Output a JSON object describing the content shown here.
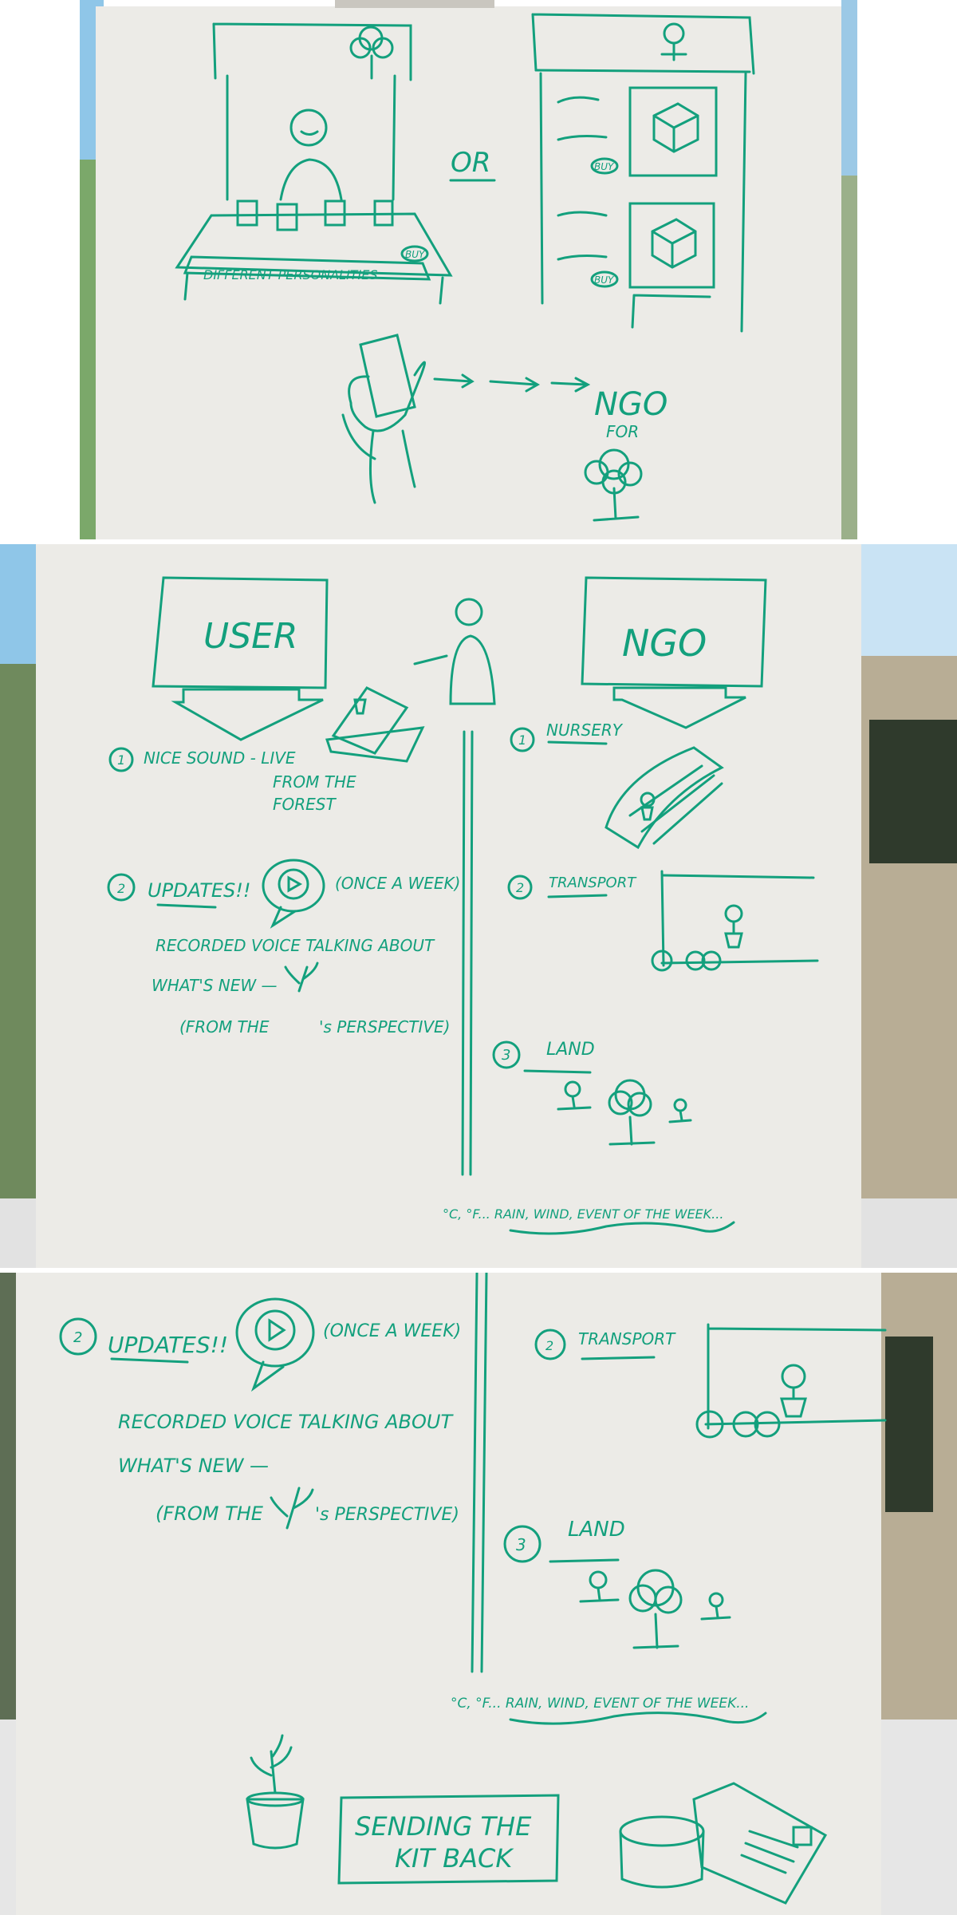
{
  "panel1": {
    "texts": {
      "personalities": "DIFFERENT PERSONALITIES",
      "buy_left": "BUY",
      "or": "OR",
      "buy_right_1": "BUY",
      "buy_right_2": "BUY",
      "ngo": "NGO",
      "for": "FOR"
    }
  },
  "panel2": {
    "user_box": "USER",
    "ngo_box": "NGO",
    "left_items": {
      "n1": "1",
      "nice_sound": "NICE SOUND - LIVE",
      "nice_sound_2": "FROM THE",
      "nice_sound_3": "FOREST",
      "n2": "2",
      "updates": "UPDATES!!",
      "once_week": "(ONCE A WEEK)",
      "recorded": "RECORDED VOICE TALKING ABOUT",
      "whats_new": "WHAT'S NEW —",
      "from_the": "(FROM THE",
      "perspective": "'s PERSPECTIVE)"
    },
    "right_items": {
      "n1": "1",
      "nursery": "NURSERY",
      "n2": "2",
      "transport": "TRANSPORT",
      "n3": "3",
      "land": "LAND",
      "footer": "°C, °F... RAIN, WIND, EVENT OF THE WEEK..."
    }
  },
  "panel3": {
    "n2": "2",
    "updates": "UPDATES!!",
    "once_week": "(ONCE A WEEK)",
    "recorded": "RECORDED VOICE TALKING ABOUT",
    "whats_new": "WHAT'S NEW —",
    "from_the": "(FROM THE",
    "perspective": "'s PERSPECTIVE)",
    "r2": "2",
    "transport": "TRANSPORT",
    "r3": "3",
    "land": "LAND",
    "footer": "°C, °F... RAIN, WIND, EVENT OF THE WEEK...",
    "sending_1": "SENDING THE",
    "sending_2": "KIT BACK"
  },
  "colors": {
    "marker": "#13a07d",
    "board": "#efefec",
    "sky": "#8fc6e8"
  },
  "icons": [
    "tree-icon",
    "person-icon",
    "cube-icon",
    "phone-hand-icon",
    "sapling-icon",
    "play-icon",
    "greenhouse-icon",
    "truck-icon",
    "flower-icon",
    "pot-icon",
    "box-icon"
  ]
}
